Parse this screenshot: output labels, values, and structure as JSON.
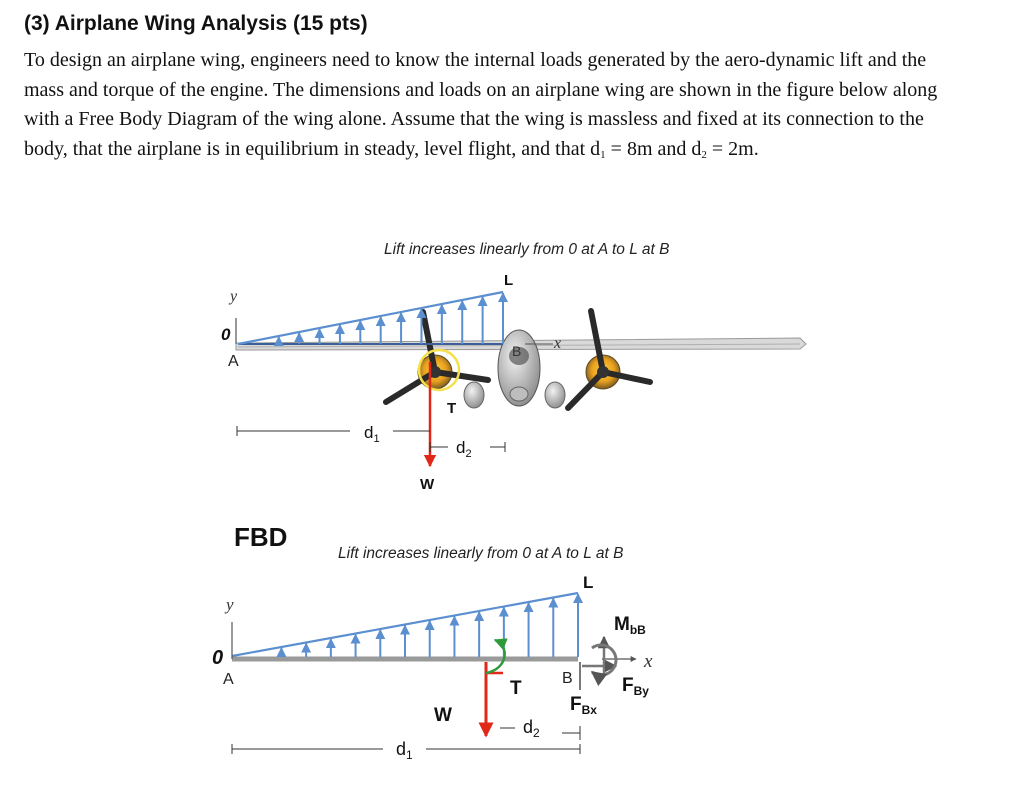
{
  "problem": {
    "heading": "(3) Airplane Wing Analysis (15 pts)",
    "text_before_d1": "To design an airplane wing, engineers need to know the internal loads generated by the aero-dynamic lift and the mass and torque of the engine. The dimensions and loads on an airplane wing are shown in the figure below along with a Free Body Diagram of the wing alone. Assume that the wing is massless and fixed at its connection to the body, that the airplane is in equilibrium in steady, level flight, and that d",
    "sub1": "1",
    "text_mid": " = 8m and d",
    "sub2": "2",
    "text_end": " = 2m."
  },
  "figure_top": {
    "caption": "Lift increases linearly from 0 at A to L at B",
    "label_L": "L",
    "label_y": "y",
    "label_0": "0",
    "label_A": "A",
    "label_B": "B",
    "label_x": "x",
    "label_T": "T",
    "label_W": "W",
    "label_d1": "d",
    "label_d1_sub": "1",
    "label_d2": "d",
    "label_d2_sub": "2"
  },
  "figure_fbd": {
    "title": "FBD",
    "caption": "Lift increases linearly from 0 at A to L at B",
    "label_L": "L",
    "label_y": "y",
    "label_0": "0",
    "label_A": "A",
    "label_B": "B",
    "label_x": "x",
    "label_T": "T",
    "label_W": "W",
    "label_M": "M",
    "label_M_sub": "bB",
    "label_Fy": "F",
    "label_Fy_sub": "By",
    "label_Fx": "F",
    "label_Fx_sub": "Bx",
    "label_d1": "d",
    "label_d1_sub": "1",
    "label_d2": "d",
    "label_d2_sub": "2"
  },
  "colors": {
    "lift_arrows": "#5b8fd0",
    "weight_arrow": "#e02818",
    "torque_arrow": "#2e9a3a",
    "wing_fbd": "#9a9a9a",
    "engine_highlight": "#f5e04a"
  }
}
